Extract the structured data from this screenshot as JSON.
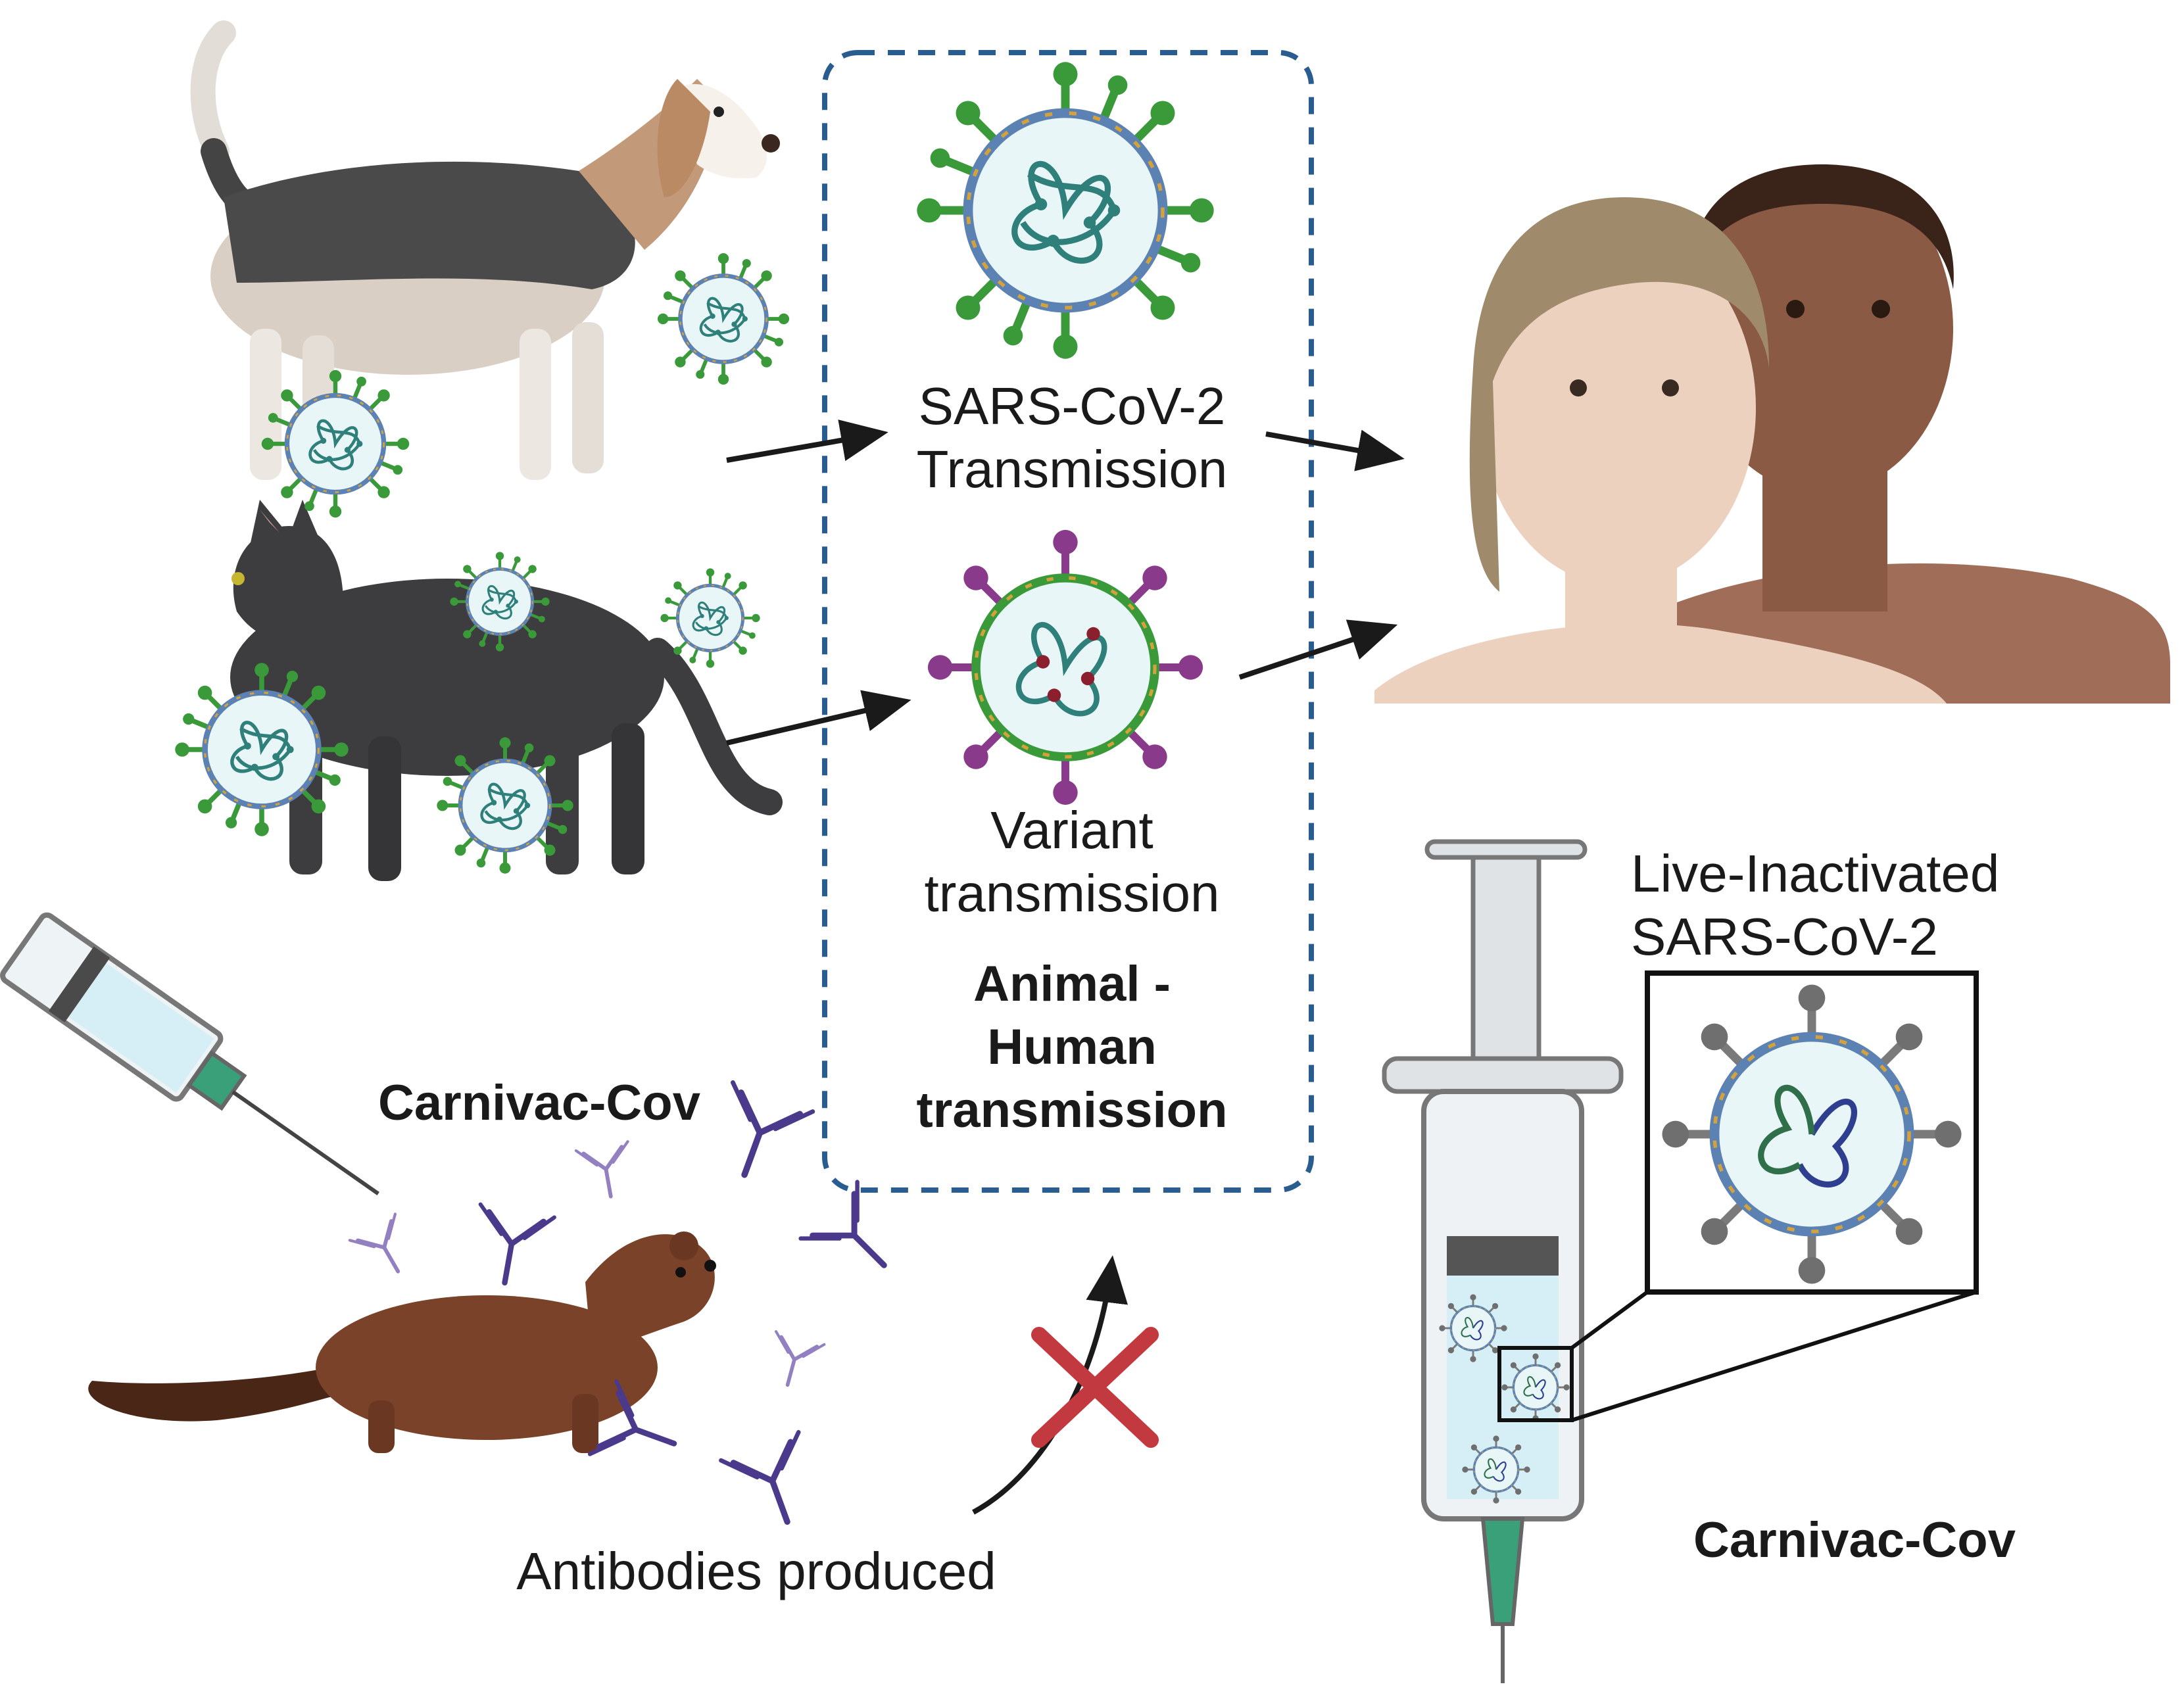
{
  "labels": {
    "sars_line1": "SARS-CoV-2",
    "sars_line2": "Transmission",
    "variant_line1": "Variant",
    "variant_line2": "transmission",
    "box_line1": "Animal -",
    "box_line2": "Human",
    "box_line3": "transmission",
    "vaccine_left": "Carnivac-Cov",
    "antibodies": "Antibodies produced",
    "live_line1": "Live-Inactivated",
    "live_line2": "SARS-CoV-2",
    "vaccine_right": "Carnivac-Cov"
  },
  "icons": [
    "dog-icon",
    "cat-icon",
    "mink-icon",
    "virus-icon",
    "variant-virus-icon",
    "antibody-icon",
    "syringe-icon",
    "humans-icon",
    "blocked-x-icon"
  ],
  "colors": {
    "box_border": "#2a5d8f",
    "virus_spike": "#3a9a3a",
    "variant_spike": "#8a3a8a",
    "antibody": "#4b3a8c",
    "block_x": "#c2393f",
    "syringe_liquid": "#d6eef5",
    "needle_hub": "#3aa079"
  }
}
